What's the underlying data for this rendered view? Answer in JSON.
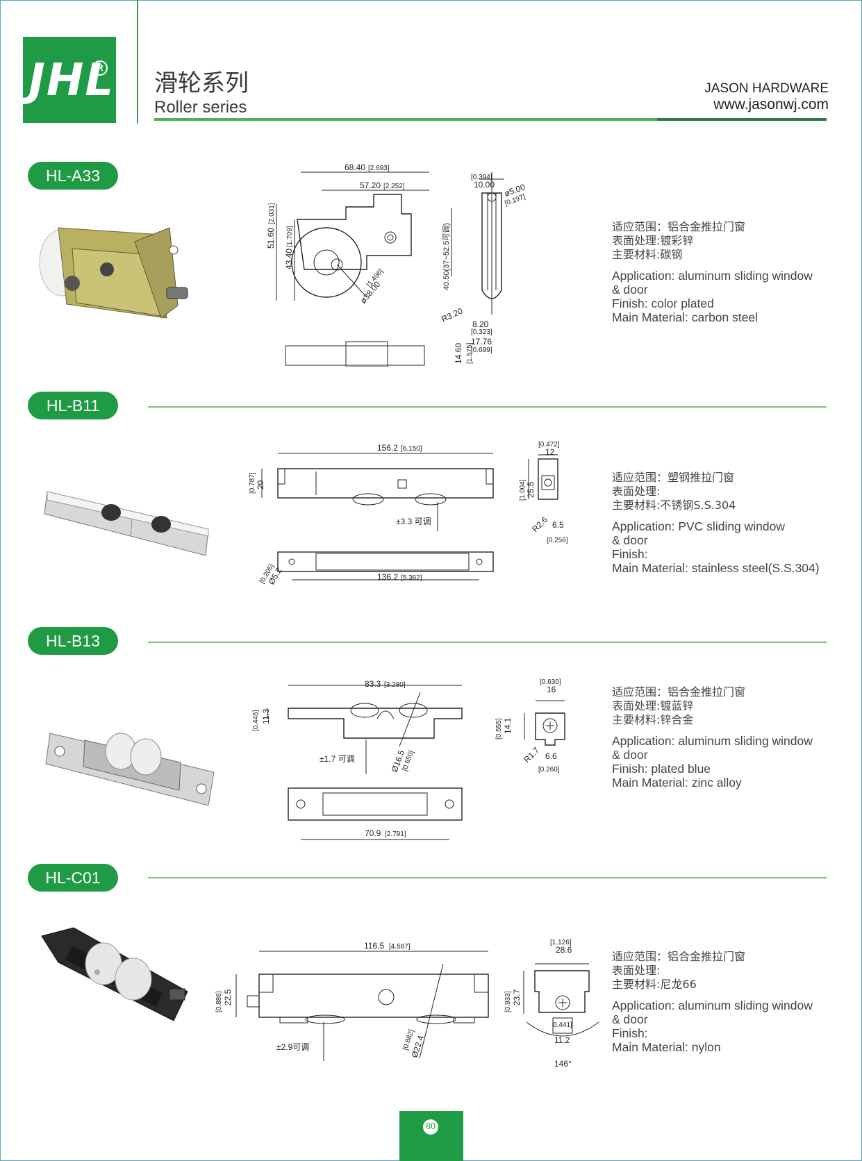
{
  "header": {
    "logo_text": "JHL",
    "logo_reg": "R",
    "title_cn": "滑轮系列",
    "title_en": "Roller series",
    "company": "JASON HARDWARE",
    "website": "www.jasonwj.com"
  },
  "products": [
    {
      "model": "HL-A33",
      "spec_cn": [
        "适应范围：铝合金推拉门窗",
        "表面处理:镀彩锌",
        "主要材料:碳钢"
      ],
      "spec_en": [
        "Application: aluminum sliding window",
        "&  door",
        "Finish: color plated",
        "Main Material: carbon steel"
      ],
      "dims": {
        "a": "68.40",
        "a_in": "[2.693]",
        "b": "57.20",
        "b_in": "[2.252]",
        "c": "51.60",
        "c_in": "[2.031]",
        "d": "43.40",
        "d_in": "[1.709]",
        "e": "ø38.00",
        "e_in": "[1.496]",
        "f_in": "[0.394]",
        "f": "10.00",
        "g": "ø5.00",
        "g_in": "[0.197]",
        "h": "40.50(37~52.5可调)",
        "r": "R3.20",
        "i": "8.20",
        "i_in": "[0.323]",
        "j": "17.76",
        "j_in": "[0.699]",
        "k": "14.60",
        "k_in": "[1.575]"
      }
    },
    {
      "model": "HL-B11",
      "spec_cn": [
        "适应范围：塑钢推拉门窗",
        "表面处理:",
        "主要材料:不锈钢S.S.304"
      ],
      "spec_en": [
        "Application: PVC sliding window",
        "&  door",
        "Finish:",
        "Main Material: stainless steel(S.S.304)"
      ],
      "dims": {
        "a": "156.2",
        "a_in": "[6.150]",
        "b_in": "[0.787]",
        "b": "20",
        "adj": "±3.3 可调",
        "c": "136.2",
        "c_in": "[5.362]",
        "d_in": "[0.205]",
        "d": "Ø5.2",
        "e_in": "[0.472]",
        "e": "12",
        "f_in": "[1.004]",
        "f": "25.5",
        "r": "R2.6",
        "g": "6.5",
        "g_in": "[0.256]"
      }
    },
    {
      "model": "HL-B13",
      "spec_cn": [
        "适应范围：铝合金推拉门窗",
        "表面处理:镀蓝锌",
        "主要材料:锌合金"
      ],
      "spec_en": [
        "Application: aluminum sliding window",
        "&  door",
        "Finish: plated blue",
        "Main Material: zinc alloy"
      ],
      "dims": {
        "a": "83.3",
        "a_in": "[3.280]",
        "b_in": "[0.445]",
        "b": "11.3",
        "adj": "±1.7 可调",
        "c": "Ø16.5",
        "c_in": "[0.650]",
        "d": "70.9",
        "d_in": "[2.791]",
        "e_in": "[0.630]",
        "e": "16",
        "f_in": "[0.555]",
        "f": "14.1",
        "r": "R1.7",
        "g": "6.6",
        "g_in": "[0.260]"
      }
    },
    {
      "model": "HL-C01",
      "spec_cn": [
        "适应范围：铝合金推拉门窗",
        "表面处理:",
        "主要材料:尼龙66"
      ],
      "spec_en": [
        "Application: aluminum sliding window",
        "&  door",
        "Finish:",
        "Main Material: nylon"
      ],
      "dims": {
        "a": "116.5",
        "a_in": "[4.587]",
        "b_in": "[0.886]",
        "b": "22.5",
        "adj": "±2.9可调",
        "c_in": "[0.882]",
        "c": "Ø22.4",
        "e_in": "[1.126]",
        "e": "28.6",
        "f_in": "[0.933]",
        "f": "23.7",
        "g_in": "0.441]",
        "g": "11.2",
        "angle": "146°"
      }
    }
  ],
  "page_number": "80",
  "colors": {
    "brand_green": "#1f9a45",
    "rule_green": "#51b14f",
    "rule_dark": "#2f7a4a"
  }
}
